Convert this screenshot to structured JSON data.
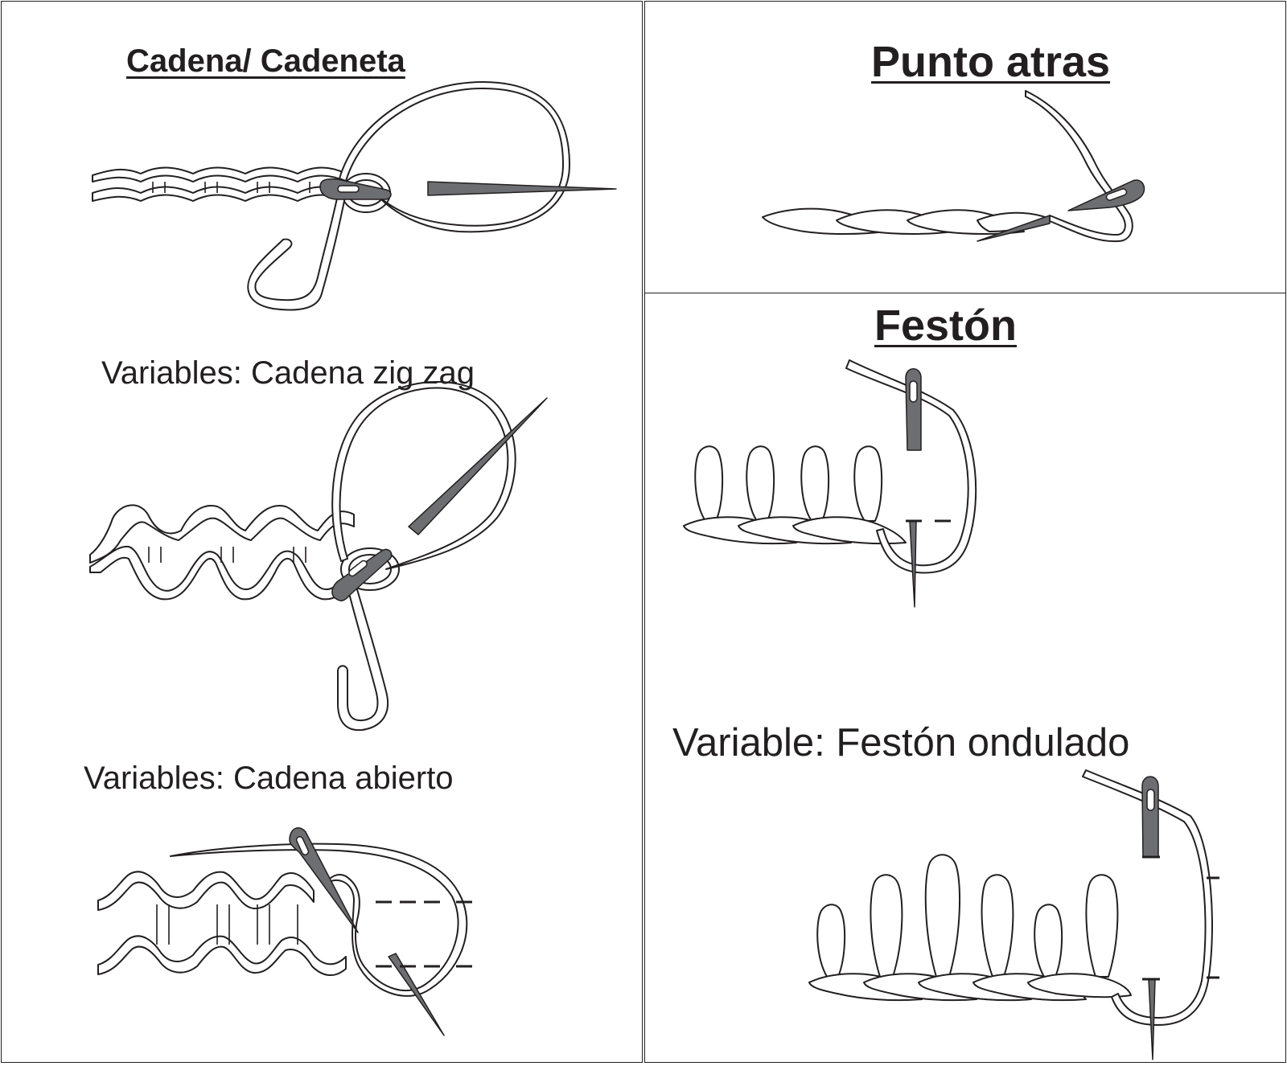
{
  "titles": {
    "cadena": "Cadena/ Cadeneta",
    "punto_atras": "Punto atras",
    "feston": "Festón"
  },
  "subtitles": {
    "zigzag": "Variables: Cadena zig zag",
    "abierto": "Variables: Cadena abierto",
    "ondulado": "Variable: Festón ondulado"
  },
  "colors": {
    "line": "#231f20",
    "needle_fill": "#6d6e71",
    "background": "#ffffff"
  },
  "icons": [
    "needle-icon",
    "thread-loop-icon",
    "stitch-chain-icon"
  ]
}
